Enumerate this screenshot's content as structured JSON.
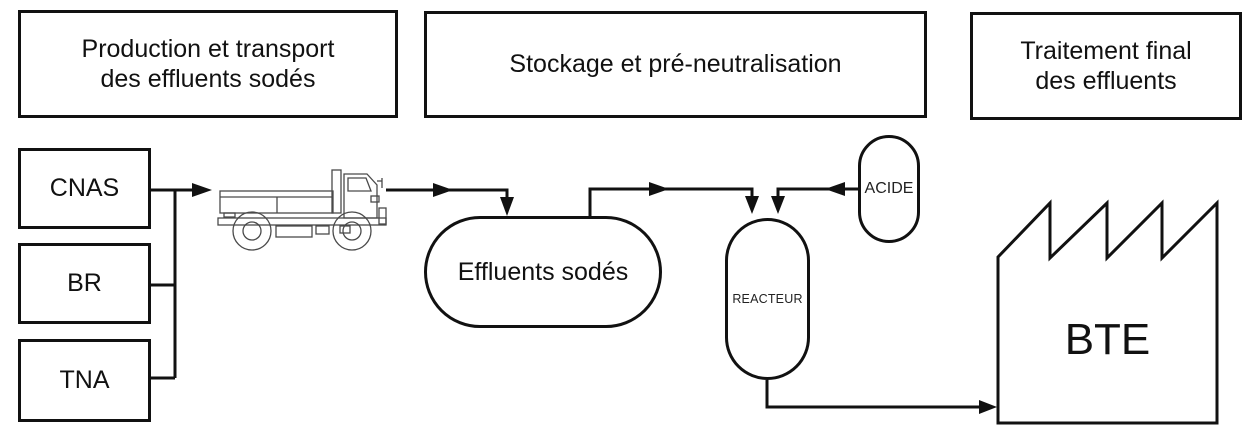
{
  "colors": {
    "line": "#111111",
    "background": "#ffffff",
    "truck_stroke": "#4a4a4a",
    "shape_fill": "#ffffff"
  },
  "stages": [
    {
      "lines": [
        "Production et transport",
        "des effluents sodés"
      ]
    },
    {
      "lines": [
        "Stockage et pré-neutralisation"
      ]
    },
    {
      "lines": [
        "Traitement final",
        "des effluents"
      ]
    }
  ],
  "sources": [
    {
      "label": "CNAS"
    },
    {
      "label": "BR"
    },
    {
      "label": "TNA"
    }
  ],
  "storage_tank": {
    "label": "Effluents sodés"
  },
  "reactor": {
    "label": "REACTEUR"
  },
  "acid_tank": {
    "label": "ACIDE"
  },
  "treatment_plant": {
    "label": "BTE"
  },
  "icons": {
    "truck": "truck-icon",
    "factory": "factory-icon"
  }
}
